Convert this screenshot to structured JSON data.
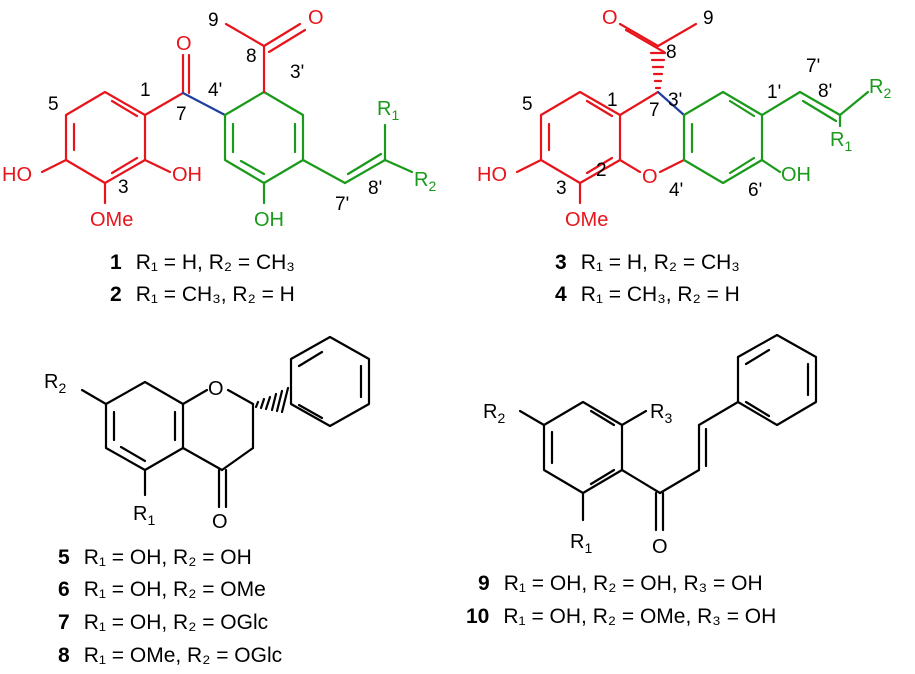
{
  "atom_labels": {
    "HO": "HO",
    "OH": "OH",
    "OMe": "OMe",
    "O": "O",
    "R1": "R",
    "R2": "R",
    "R3": "R",
    "sub1": "1",
    "sub2": "2",
    "sub3": "3"
  },
  "numbering": {
    "n1": "1",
    "n2": "2",
    "n3": "3",
    "n5": "5",
    "n7": "7",
    "n8": "8",
    "n9": "9",
    "n1p": "1'",
    "n3p": "3'",
    "n4p": "4'",
    "n6p": "6'",
    "n7p": "7'",
    "n8p": "8'"
  },
  "compounds": [
    {
      "id": "1",
      "text": "R₁ = H, R₂ = CH₃"
    },
    {
      "id": "2",
      "text": "R₁ = CH₃, R₂ = H"
    },
    {
      "id": "3",
      "text": "R₁ = H, R₂ = CH₃"
    },
    {
      "id": "4",
      "text": "R₁ = CH₃, R₂ = H"
    },
    {
      "id": "5",
      "text": "R₁ = OH, R₂ = OH"
    },
    {
      "id": "6",
      "text": "R₁ = OH, R₂ = OMe"
    },
    {
      "id": "7",
      "text": "R₁ = OH, R₂ = OGlc"
    },
    {
      "id": "8",
      "text": "R₁ = OMe, R₂ = OGlc"
    },
    {
      "id": "9",
      "text": "R₁ = OH, R₂ = OH, R₃ = OH"
    },
    {
      "id": "10",
      "text": "R₁ = OH, R₂ = OMe, R₃ = OH"
    }
  ],
  "colors": {
    "ring_a": "#e8141c",
    "ring_b": "#1a9a1a",
    "linker": "#1f3f9f",
    "default": "#000000"
  }
}
